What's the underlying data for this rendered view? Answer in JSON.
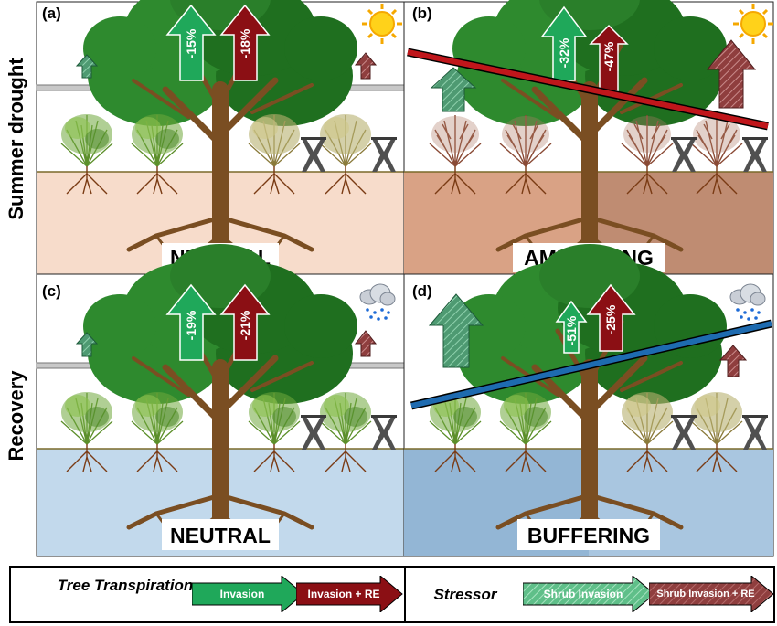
{
  "rows": {
    "top": "Summer drought",
    "bottom": "Recovery"
  },
  "panels": [
    {
      "id": "a",
      "label": "(a)",
      "effect": "NEUTRAL",
      "invasion_pct": "-15%",
      "invasion_re_pct": "-18%",
      "weather": "sun-icon"
    },
    {
      "id": "b",
      "label": "(b)",
      "effect": "AMPLIFYING",
      "invasion_pct": "-32%",
      "invasion_re_pct": "-47%",
      "weather": "sun-icon"
    },
    {
      "id": "c",
      "label": "(c)",
      "effect": "NEUTRAL",
      "invasion_pct": "-19%",
      "invasion_re_pct": "-21%",
      "weather": "rain-cloud-icon"
    },
    {
      "id": "d",
      "label": "(d)",
      "effect": "BUFFERING",
      "invasion_pct": "-51%",
      "invasion_re_pct": "-25%",
      "weather": "rain-cloud-icon"
    }
  ],
  "legend": {
    "tree_title": "Tree Transpiration",
    "stressor_title": "Stressor",
    "invasion": "Invasion",
    "invasion_re": "Invasion + RE",
    "shrub_invasion": "Shrub Invasion",
    "shrub_invasion_re": "Shrub Invasion + RE"
  },
  "colors": {
    "invasion_green": "#1fa85a",
    "invasion_re_red": "#8b0f14",
    "shrub_green": "#4e9a72",
    "shrub_red": "#8f3e3e",
    "drought_soil_light": "#f7dccb",
    "drought_soil_dark": "#c9957a",
    "recovery_soil": "#bcd6ea",
    "amplify_line": "#c0161b",
    "buffer_line": "#1e6bb0"
  }
}
